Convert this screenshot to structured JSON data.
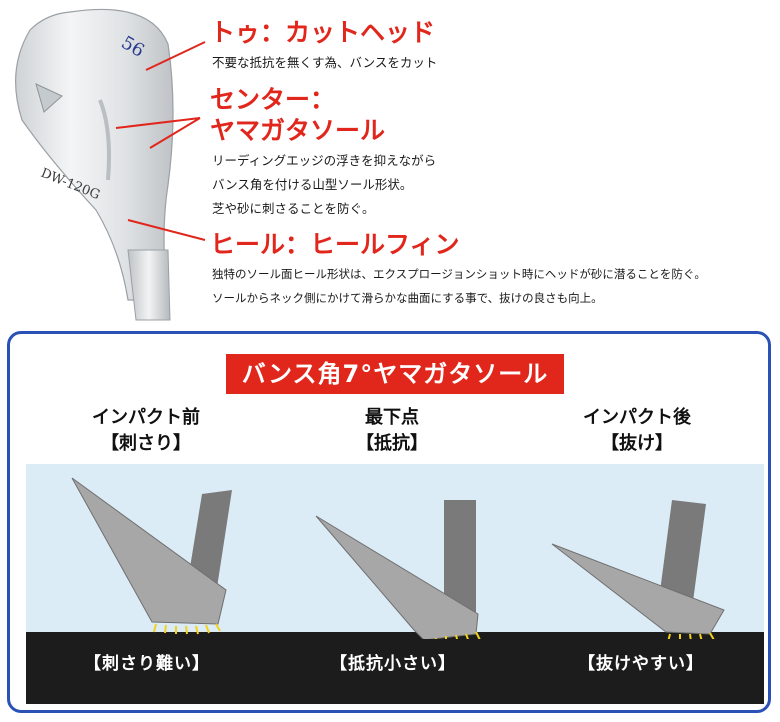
{
  "club": {
    "loft_engraving": "56",
    "model_engraving": "DW-120G"
  },
  "callouts": [
    {
      "title": "トゥ：カットヘッド",
      "lines": [
        "不要な抵抗を無くす為、バンスをカット"
      ]
    },
    {
      "title_lines": [
        "センター：",
        "ヤマガタソール"
      ],
      "lines": [
        "リーディングエッジの浮きを抑えながら",
        "バンス角を付ける山型ソール形状。",
        "芝や砂に刺さることを防ぐ。"
      ]
    },
    {
      "title": "ヒール：ヒールフィン",
      "lines": [
        "独特のソール面ヒール形状は、エクスプロージョンショット時にヘッドが砂に潜ることを防ぐ。",
        "ソールからネック側にかけて滑らかな曲面にする事で、抜けの良さも向上。"
      ]
    }
  ],
  "panel": {
    "title": "バンス角7°ヤマガタソール",
    "stages": [
      {
        "title": "インパクト前",
        "subtitle": "【刺さり】",
        "result": "【刺さり難い】"
      },
      {
        "title": "最下点",
        "subtitle": "【抵抗】",
        "result": "【抵抗小さい】"
      },
      {
        "title": "インパクト後",
        "subtitle": "【抜け】",
        "result": "【抜けやすい】"
      }
    ]
  },
  "colors": {
    "accent_red": "#e1261c",
    "panel_border": "#2a52b6",
    "sky": "#dcecf6",
    "ground": "#1c1c1c",
    "club_gray": "#a7a7a7",
    "shaft_gray": "#7a7a7a",
    "impact_yellow": "#f2d21b"
  }
}
